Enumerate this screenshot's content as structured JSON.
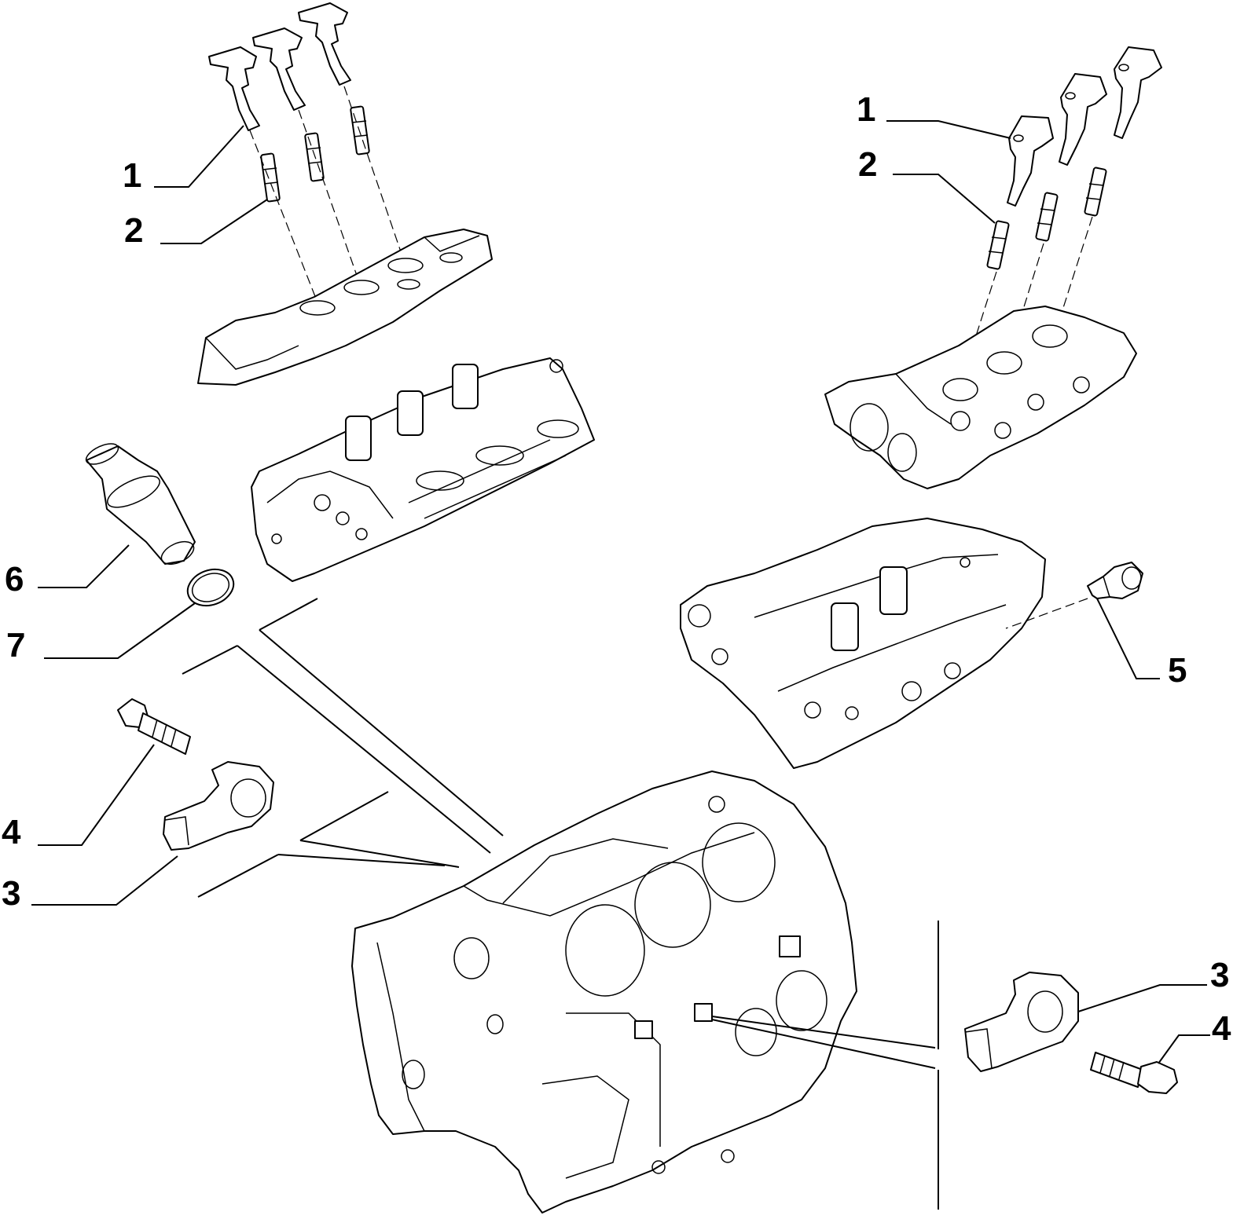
{
  "callouts": {
    "left_1": "1",
    "left_2": "2",
    "left_6": "6",
    "left_7": "7",
    "left_4": "4",
    "left_3": "3",
    "right_1": "1",
    "right_2": "2",
    "right_5": "5",
    "right_3": "3",
    "right_4": "4"
  }
}
